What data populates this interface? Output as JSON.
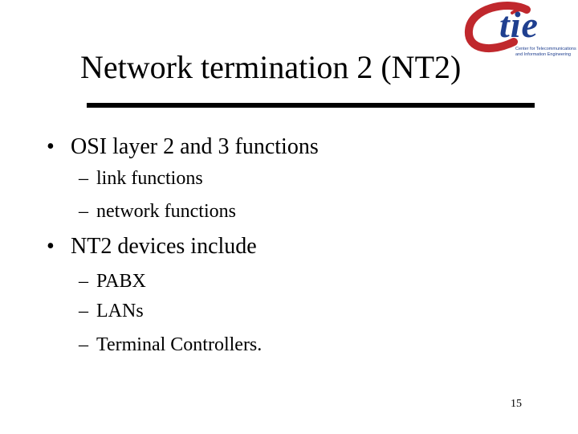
{
  "slide": {
    "title": "Network termination 2 (NT2)",
    "page_number": "15"
  },
  "logo": {
    "word": "tie",
    "subtitle_line1": "Center for Telecommunications",
    "subtitle_line2": "and Information Engineering",
    "colors": {
      "swoosh": "#c0282d",
      "text": "#1f3f8f"
    }
  },
  "bullets": [
    {
      "marker": "•",
      "text": "OSI layer 2 and 3 functions",
      "sub": [
        {
          "marker": "–",
          "text": "link functions"
        },
        {
          "marker": "–",
          "text": "network functions"
        }
      ]
    },
    {
      "marker": "•",
      "text": "NT2 devices include",
      "sub": [
        {
          "marker": "–",
          "text": "PABX"
        },
        {
          "marker": "–",
          "text": "LANs"
        },
        {
          "marker": "–",
          "text": "Terminal Controllers."
        }
      ]
    }
  ]
}
